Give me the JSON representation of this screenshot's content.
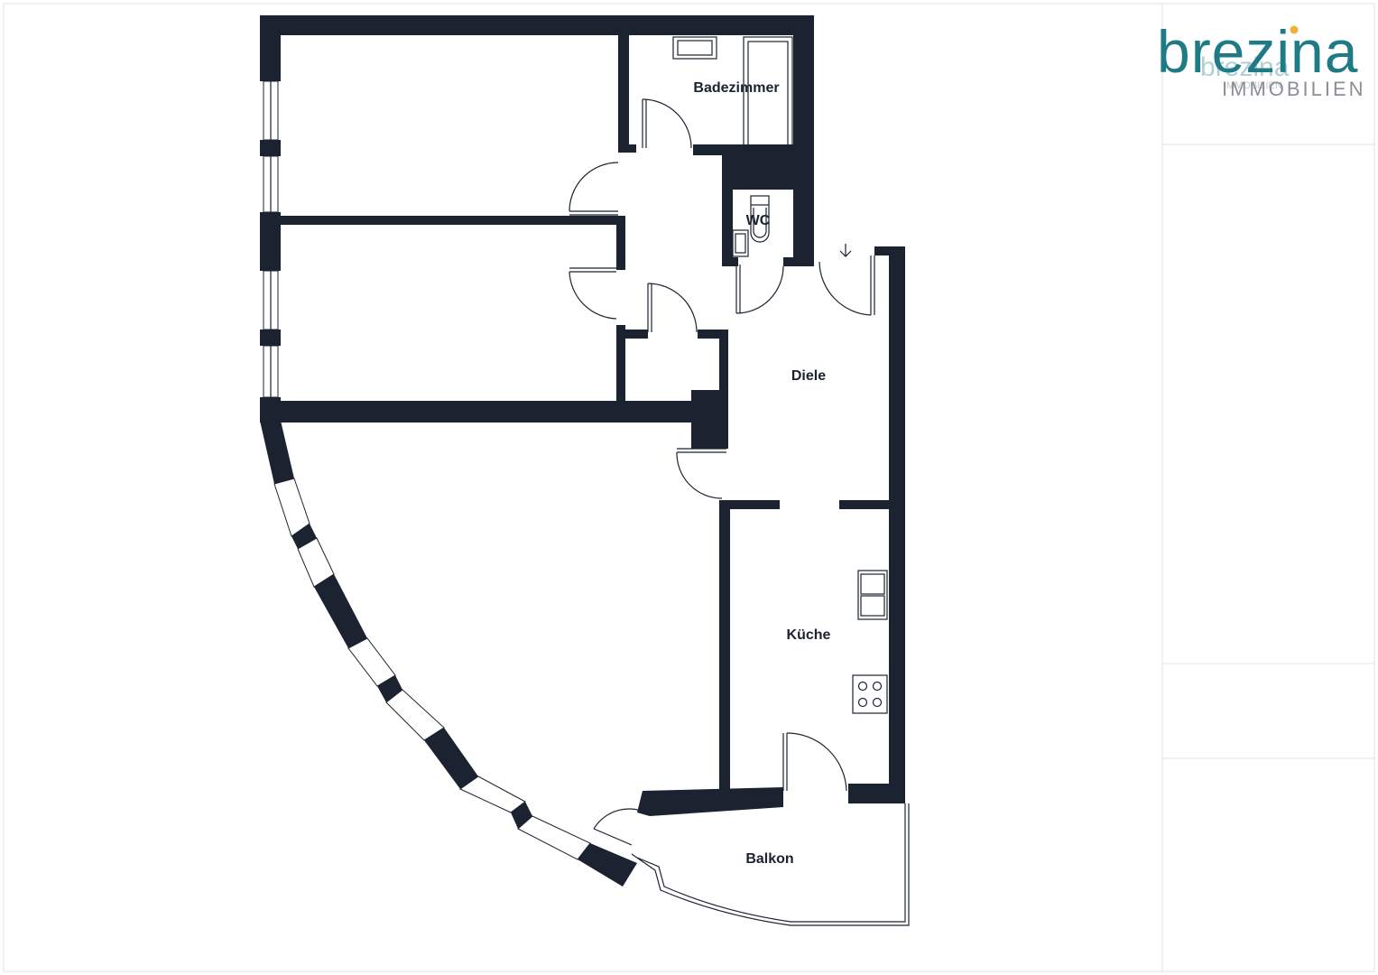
{
  "logo": {
    "brand": "brezina",
    "subtitle": "IMMOBILIEN",
    "accent_color": "#1e7b86",
    "dot_color": "#f2b134"
  },
  "rooms": {
    "bathroom": "Badezimmer",
    "wc": "WC",
    "hall": "Diele",
    "kitchen": "Küche",
    "balcony": "Balkon"
  },
  "colors": {
    "wall": "#1b2230",
    "frame": "#e3e3e3"
  },
  "icons": {
    "entrance": "down-arrow-icon"
  }
}
